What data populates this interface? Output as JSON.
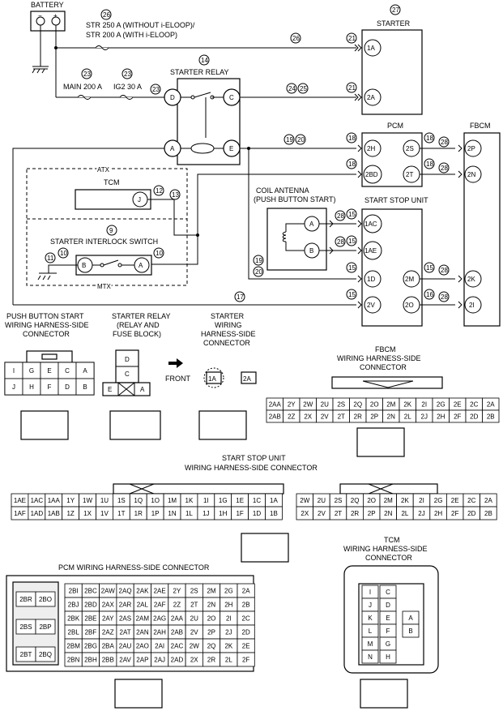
{
  "labels": {
    "battery": "BATTERY",
    "battery_minus": "−",
    "battery_plus": "+",
    "str_fuse": "STR 250 A (WITHOUT i-ELOOP)/",
    "str_fuse2": "STR 200 A (WITH i-ELOOP)",
    "main_fuse": "MAIN 200 A",
    "ig2_fuse": "IG2 30 A",
    "starter": "STARTER",
    "starter_relay": "STARTER RELAY",
    "pcm": "PCM",
    "fbcm": "FBCM",
    "atx": "ATX",
    "mtx": "MTX",
    "tcm": "TCM",
    "coil_antenna": "COIL ANTENNA",
    "coil_antenna2": "(PUSH BUTTON START)",
    "start_stop_unit": "START STOP UNIT",
    "starter_interlock": "STARTER INTERLOCK SWITCH"
  },
  "circled_numbers": {
    "n26a": "26",
    "n27": "27",
    "n26b": "26",
    "n21a": "21",
    "n23a": "23",
    "n23b": "23",
    "n23c": "23",
    "n14": "14",
    "n2425a": "24",
    "n2425b": "25",
    "n21b": "21",
    "n18a": "18",
    "n18b": "18",
    "n28a": "28",
    "n1920a": "19",
    "n1920b": "20",
    "n18c": "18",
    "n18d": "18",
    "n28b": "28",
    "n12": "12",
    "n13": "13",
    "n9": "9",
    "n15a": "15",
    "n28c": "28",
    "n15b": "15",
    "n28d": "28",
    "n11": "11",
    "n10a": "10",
    "n10b": "10",
    "n15c": "15",
    "n19": "19",
    "n20": "20",
    "n15d": "15",
    "n28e": "28",
    "n16": "16",
    "n17": "17",
    "n15e": "15",
    "n28f": "28"
  },
  "pins": {
    "starter_1a": "1A",
    "starter_2a": "2A",
    "relay_d": "D",
    "relay_c": "C",
    "relay_a": "A",
    "relay_e": "E",
    "pcm_2h": "2H",
    "pcm_2bd": "2BD",
    "pcm_2s": "2S",
    "pcm_2t": "2T",
    "fbcm_2p": "2P",
    "fbcm_2n": "2N",
    "fbcm_2k": "2K",
    "fbcm_2i": "2I",
    "tcm_j": "J",
    "coil_a": "A",
    "coil_b": "B",
    "ssu_1ac": "1AC",
    "ssu_1ae": "1AE",
    "ssu_1d": "1D",
    "ssu_2m": "2M",
    "ssu_2v": "2V",
    "ssu_2o": "2O",
    "sw_b": "B",
    "sw_a": "A"
  },
  "connectors": {
    "push_button_title": [
      "PUSH BUTTON START",
      "WIRING HARNESS-SIDE",
      "CONNECTOR"
    ],
    "push_button_row1": [
      "I",
      "G",
      "E",
      "C",
      "A"
    ],
    "push_button_row2": [
      "J",
      "H",
      "F",
      "D",
      "B"
    ],
    "relay_title": [
      "STARTER RELAY",
      "(RELAY AND",
      "FUSE BLOCK)"
    ],
    "relay_pins": [
      "D",
      "C",
      "E",
      "A"
    ],
    "starter_title": [
      "STARTER",
      "WIRING",
      "HARNESS-SIDE",
      "CONNECTOR"
    ],
    "front": "FRONT",
    "starter_pins": [
      "1A",
      "2A"
    ],
    "fbcm_title": [
      "FBCM",
      "WIRING HARNESS-SIDE",
      "CONNECTOR"
    ],
    "fbcm_row1": [
      "2AA",
      "2Y",
      "2W",
      "2U",
      "2S",
      "2Q",
      "2O",
      "2M",
      "2K",
      "2I",
      "2G",
      "2E",
      "2C",
      "2A"
    ],
    "fbcm_row2": [
      "2AB",
      "2Z",
      "2X",
      "2V",
      "2T",
      "2R",
      "2P",
      "2N",
      "2L",
      "2J",
      "2H",
      "2F",
      "2D",
      "2B"
    ],
    "ssu_title": [
      "START STOP UNIT",
      "WIRING HARNESS-SIDE CONNECTOR"
    ],
    "ssu1_row1": [
      "1AE",
      "1AC",
      "1AA",
      "1Y",
      "1W",
      "1U",
      "1S",
      "1Q",
      "1O",
      "1M",
      "1K",
      "1I",
      "1G",
      "1E",
      "1C",
      "1A"
    ],
    "ssu1_row2": [
      "1AF",
      "1AD",
      "1AB",
      "1Z",
      "1X",
      "1V",
      "1T",
      "1R",
      "1P",
      "1N",
      "1L",
      "1J",
      "1H",
      "1F",
      "1D",
      "1B"
    ],
    "ssu2_row1": [
      "2W",
      "2U",
      "2S",
      "2Q",
      "2O",
      "2M",
      "2K",
      "2I",
      "2G",
      "2E",
      "2C",
      "2A"
    ],
    "ssu2_row2": [
      "2X",
      "2V",
      "2T",
      "2R",
      "2P",
      "2N",
      "2L",
      "2J",
      "2H",
      "2F",
      "2D",
      "2B"
    ],
    "pcm_title": "PCM WIRING HARNESS-SIDE CONNECTOR",
    "pcm_left": [
      "2BR",
      "2BO",
      "2BS",
      "2BP",
      "2BT",
      "2BQ"
    ],
    "pcm_rows": [
      [
        "2BI",
        "2BC",
        "2AW",
        "2AQ",
        "2AK",
        "2AE",
        "2Y",
        "2S",
        "2M",
        "2G",
        "2A"
      ],
      [
        "2BJ",
        "2BD",
        "2AX",
        "2AR",
        "2AL",
        "2AF",
        "2Z",
        "2T",
        "2N",
        "2H",
        "2B"
      ],
      [
        "2BK",
        "2BE",
        "2AY",
        "2AS",
        "2AM",
        "2AG",
        "2AA",
        "2U",
        "2O",
        "2I",
        "2C"
      ],
      [
        "2BL",
        "2BF",
        "2AZ",
        "2AT",
        "2AN",
        "2AH",
        "2AB",
        "2V",
        "2P",
        "2J",
        "2D"
      ],
      [
        "2BM",
        "2BG",
        "2BA",
        "2AU",
        "2AO",
        "2AI",
        "2AC",
        "2W",
        "2Q",
        "2K",
        "2E"
      ],
      [
        "2BN",
        "2BH",
        "2BB",
        "2AV",
        "2AP",
        "2AJ",
        "2AD",
        "2X",
        "2R",
        "2L",
        "2F"
      ]
    ],
    "tcm_title": [
      "TCM",
      "WIRING HARNESS-SIDE",
      "CONNECTOR"
    ],
    "tcm_col1": [
      "I",
      "J",
      "K",
      "L",
      "M",
      "N"
    ],
    "tcm_col2": [
      "C",
      "D",
      "E",
      "F",
      "G",
      "H"
    ],
    "tcm_col3": [
      "A",
      "B"
    ]
  }
}
